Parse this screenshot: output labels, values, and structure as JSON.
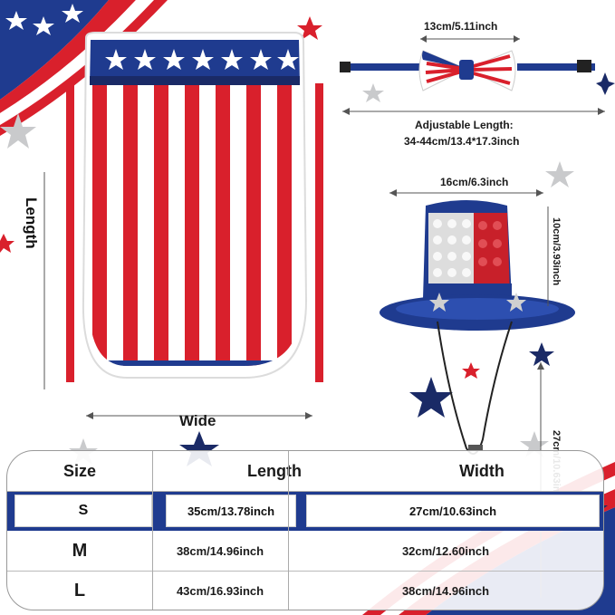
{
  "dimensions": {
    "bow_width": "13cm/5.11inch",
    "adjustable_line1": "Adjustable Length:",
    "adjustable_line2": "34-44cm/13.4*17.3inch",
    "hat_width": "16cm/6.3inch",
    "hat_height": "10cm/3.93inch",
    "strap_length": "27cm/10.63inch",
    "vest_length": "Length",
    "vest_wide": "Wide"
  },
  "size_table": {
    "headers": [
      "Size",
      "Length",
      "Width"
    ],
    "rows": [
      {
        "size": "S",
        "length": "35cm/13.78inch",
        "width": "27cm/10.63inch"
      },
      {
        "size": "M",
        "length": "38cm/14.96inch",
        "width": "32cm/12.60inch"
      },
      {
        "size": "L",
        "length": "43cm/16.93inch",
        "width": "38cm/14.96inch"
      }
    ]
  },
  "colors": {
    "flag_red": "#d9202c",
    "flag_blue": "#1f3b8f",
    "accent_navy": "#1a2a66"
  }
}
